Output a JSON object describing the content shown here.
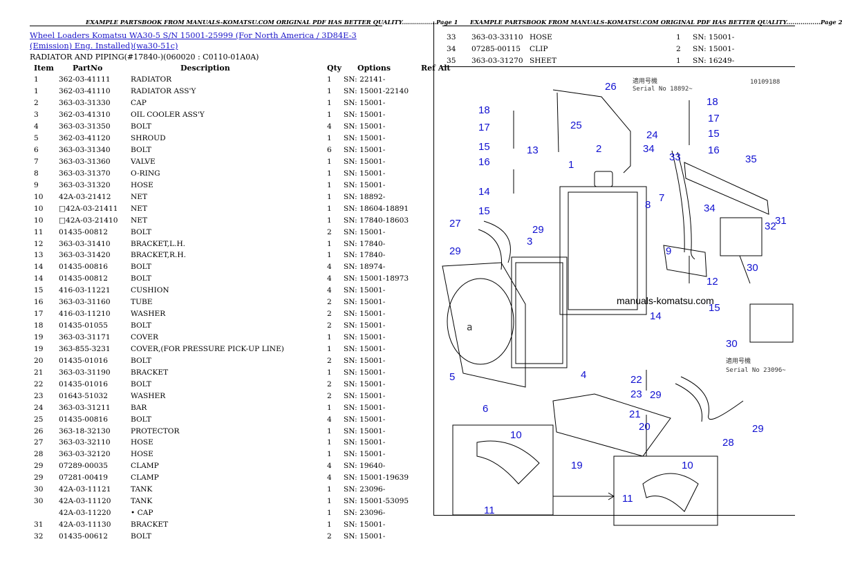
{
  "header_left": "EXAMPLE PARTSBOOK FROM MANUALS-KOMATSU.COM ORIGINAL PDF HAS BETTER QUALITY.................Page 1",
  "header_right": "EXAMPLE PARTSBOOK FROM MANUALS-KOMATSU.COM ORIGINAL PDF HAS BETTER QUALITY.................Page 2",
  "breadcrumb": {
    "link1": "Wheel Loaders Komatsu",
    "link2": "WA30-5 S/N 15001-25999 (For North America / 3D84E-3 (Emission) Eng. Installed)(wa30-51c)"
  },
  "section_title": "RADIATOR AND PIPING(#17840-)(060020 : C0110-01A0A)",
  "columns": {
    "item": "Item",
    "partno": "PartNo",
    "description": "Description",
    "qty": "Qty",
    "options": "Options",
    "refalt": "Ref Alt"
  },
  "rows_left": [
    {
      "item": "1",
      "part": "362-03-41111",
      "desc": "RADIATOR",
      "qty": "1",
      "opt": "SN: 22141-"
    },
    {
      "item": "1",
      "part": "362-03-41110",
      "desc": "RADIATOR ASS'Y",
      "qty": "1",
      "opt": "SN: 15001-22140"
    },
    {
      "item": "2",
      "part": "363-03-31330",
      "desc": "CAP",
      "qty": "1",
      "opt": "SN: 15001-"
    },
    {
      "item": "3",
      "part": "362-03-41310",
      "desc": "OIL COOLER ASS'Y",
      "qty": "1",
      "opt": "SN: 15001-"
    },
    {
      "item": "4",
      "part": "363-03-31350",
      "desc": "BOLT",
      "qty": "4",
      "opt": "SN: 15001-"
    },
    {
      "item": "5",
      "part": "362-03-41120",
      "desc": "SHROUD",
      "qty": "1",
      "opt": "SN: 15001-"
    },
    {
      "item": "6",
      "part": "363-03-31340",
      "desc": "BOLT",
      "qty": "6",
      "opt": "SN: 15001-"
    },
    {
      "item": "7",
      "part": "363-03-31360",
      "desc": "VALVE",
      "qty": "1",
      "opt": "SN: 15001-"
    },
    {
      "item": "8",
      "part": "363-03-31370",
      "desc": "O-RING",
      "qty": "1",
      "opt": "SN: 15001-"
    },
    {
      "item": "9",
      "part": "363-03-31320",
      "desc": "HOSE",
      "qty": "1",
      "opt": "SN: 15001-"
    },
    {
      "item": "10",
      "part": "42A-03-21412",
      "desc": "NET",
      "qty": "1",
      "opt": "SN: 18892-"
    },
    {
      "item": "10",
      "part": "□42A-03-21411",
      "desc": "NET",
      "qty": "1",
      "opt": "SN: 18604-18891"
    },
    {
      "item": "10",
      "part": "□42A-03-21410",
      "desc": "NET",
      "qty": "1",
      "opt": "SN: 17840-18603"
    },
    {
      "item": "11",
      "part": "01435-00812",
      "desc": "BOLT",
      "qty": "2",
      "opt": "SN: 15001-"
    },
    {
      "item": "12",
      "part": "363-03-31410",
      "desc": "BRACKET,L.H.",
      "qty": "1",
      "opt": "SN: 17840-"
    },
    {
      "item": "13",
      "part": "363-03-31420",
      "desc": "BRACKET,R.H.",
      "qty": "1",
      "opt": "SN: 17840-"
    },
    {
      "item": "14",
      "part": "01435-00816",
      "desc": "BOLT",
      "qty": "4",
      "opt": "SN: 18974-"
    },
    {
      "item": "14",
      "part": "01435-00812",
      "desc": "BOLT",
      "qty": "4",
      "opt": "SN: 15001-18973"
    },
    {
      "item": "15",
      "part": "416-03-11221",
      "desc": "CUSHION",
      "qty": "4",
      "opt": "SN: 15001-"
    },
    {
      "item": "16",
      "part": "363-03-31160",
      "desc": "TUBE",
      "qty": "2",
      "opt": "SN: 15001-"
    },
    {
      "item": "17",
      "part": "416-03-11210",
      "desc": "WASHER",
      "qty": "2",
      "opt": "SN: 15001-"
    },
    {
      "item": "18",
      "part": "01435-01055",
      "desc": "BOLT",
      "qty": "2",
      "opt": "SN: 15001-"
    },
    {
      "item": "19",
      "part": "363-03-31171",
      "desc": "COVER",
      "qty": "1",
      "opt": "SN: 15001-"
    },
    {
      "item": "19",
      "part": "363-855-3231",
      "desc": "COVER,(FOR PRESSURE PICK-UP LINE)",
      "qty": "1",
      "opt": "SN: 15001-"
    },
    {
      "item": "20",
      "part": "01435-01016",
      "desc": "BOLT",
      "qty": "2",
      "opt": "SN: 15001-"
    },
    {
      "item": "21",
      "part": "363-03-31190",
      "desc": "BRACKET",
      "qty": "1",
      "opt": "SN: 15001-"
    },
    {
      "item": "22",
      "part": "01435-01016",
      "desc": "BOLT",
      "qty": "2",
      "opt": "SN: 15001-"
    },
    {
      "item": "23",
      "part": "01643-51032",
      "desc": "WASHER",
      "qty": "2",
      "opt": "SN: 15001-"
    },
    {
      "item": "24",
      "part": "363-03-31211",
      "desc": "BAR",
      "qty": "1",
      "opt": "SN: 15001-"
    },
    {
      "item": "25",
      "part": "01435-00816",
      "desc": "BOLT",
      "qty": "4",
      "opt": "SN: 15001-"
    },
    {
      "item": "26",
      "part": "363-18-32130",
      "desc": "PROTECTOR",
      "qty": "1",
      "opt": "SN: 15001-"
    },
    {
      "item": "27",
      "part": "363-03-32110",
      "desc": "HOSE",
      "qty": "1",
      "opt": "SN: 15001-"
    },
    {
      "item": "28",
      "part": "363-03-32120",
      "desc": "HOSE",
      "qty": "1",
      "opt": "SN: 15001-"
    },
    {
      "item": "29",
      "part": "07289-00035",
      "desc": "CLAMP",
      "qty": "4",
      "opt": "SN: 19640-"
    },
    {
      "item": "29",
      "part": "07281-00419",
      "desc": "CLAMP",
      "qty": "4",
      "opt": "SN: 15001-19639"
    },
    {
      "item": "30",
      "part": "42A-03-11121",
      "desc": "TANK",
      "qty": "1",
      "opt": "SN: 23096-"
    },
    {
      "item": "30",
      "part": "42A-03-11120",
      "desc": "TANK",
      "qty": "1",
      "opt": "SN: 15001-53095"
    },
    {
      "item": "",
      "part": "42A-03-11220",
      "desc": "• CAP",
      "qty": "1",
      "opt": "SN: 23096-"
    },
    {
      "item": "31",
      "part": "42A-03-11130",
      "desc": "BRACKET",
      "qty": "1",
      "opt": "SN: 15001-"
    },
    {
      "item": "32",
      "part": "01435-00612",
      "desc": "BOLT",
      "qty": "2",
      "opt": "SN: 15001-"
    }
  ],
  "rows_right": [
    {
      "item": "33",
      "part": "363-03-33110",
      "desc": "HOSE",
      "qty": "1",
      "opt": "SN: 15001-"
    },
    {
      "item": "34",
      "part": "07285-00115",
      "desc": "CLIP",
      "qty": "2",
      "opt": "SN: 15001-"
    },
    {
      "item": "35",
      "part": "363-03-31270",
      "desc": "SHEET",
      "qty": "1",
      "opt": "SN: 16249-"
    }
  ],
  "diagram": {
    "serial_top": "Serial No 18892~",
    "japanese_top": "適用号機",
    "drawing_number": "10109188",
    "serial_bottom": "Serial No 23096~",
    "japanese_bottom": "適用号機",
    "watermark": "manuals-komatsu.com",
    "view_letter": "a",
    "callouts": [
      "26",
      "18",
      "17",
      "15",
      "16",
      "14",
      "15",
      "25",
      "13",
      "2",
      "1",
      "24",
      "34",
      "33",
      "18",
      "17",
      "15",
      "16",
      "35",
      "27",
      "29",
      "3",
      "8",
      "7",
      "34",
      "32",
      "31",
      "29",
      "9",
      "30",
      "12",
      "14",
      "15",
      "30",
      "5",
      "6",
      "4",
      "22",
      "23",
      "21",
      "20",
      "29",
      "29",
      "28",
      "19",
      "10",
      "11",
      "10",
      "11"
    ]
  },
  "colors": {
    "callout": "#1010d0",
    "link": "#1a14c8",
    "line": "#000000"
  }
}
